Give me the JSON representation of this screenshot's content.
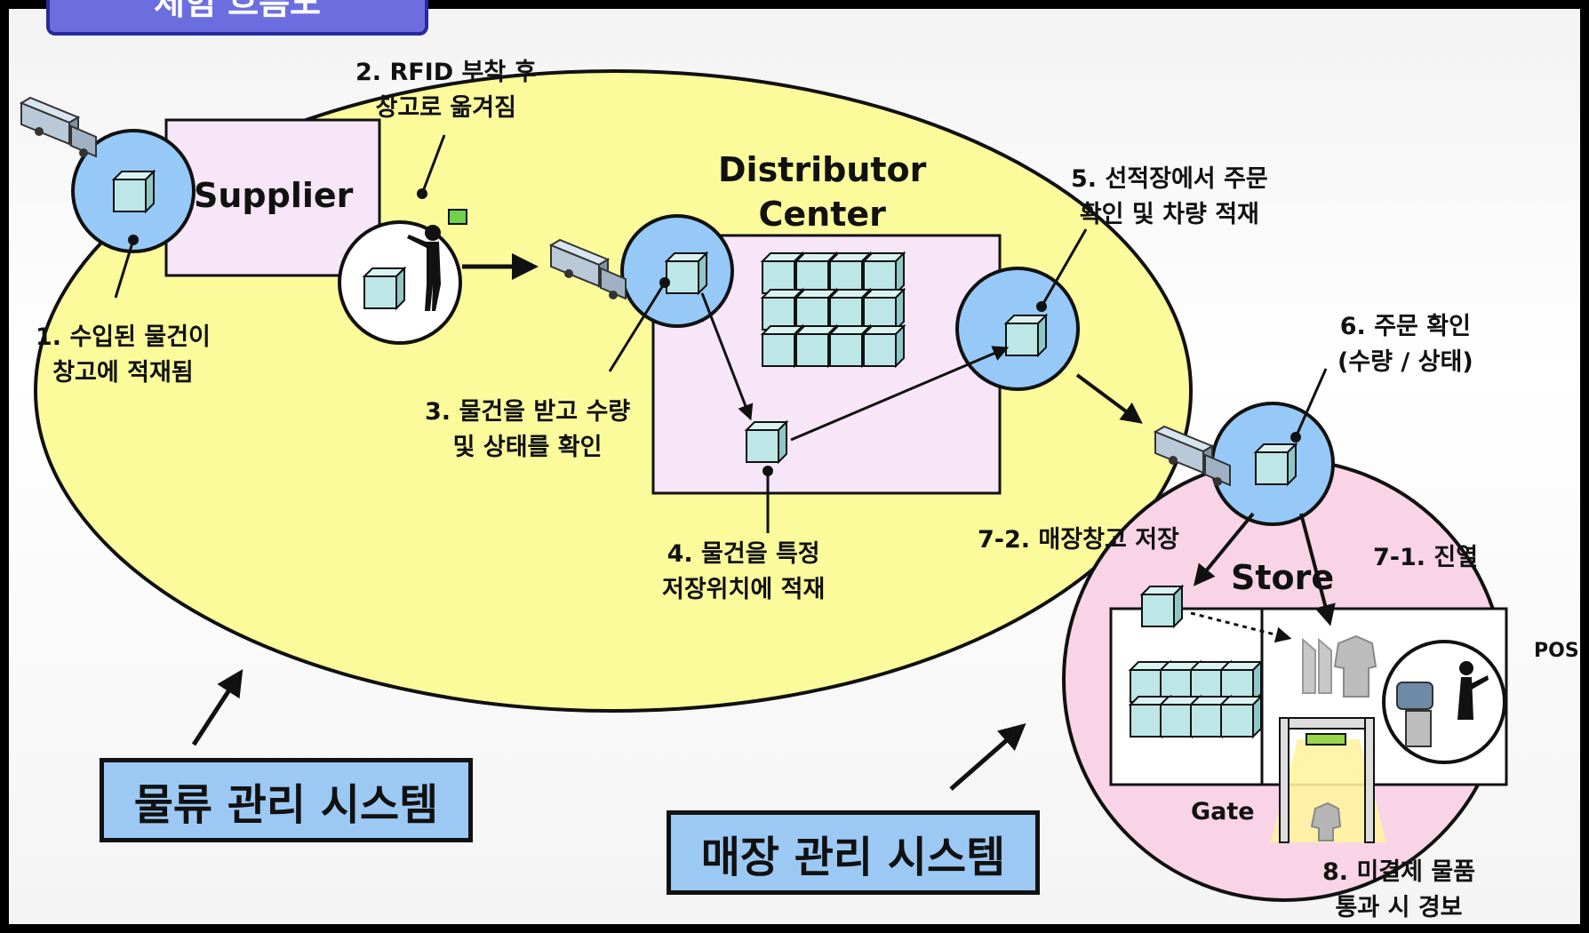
{
  "header_tag": "체험 흐름도",
  "nodes": {
    "supplier": "Supplier",
    "distributor_line1": "Distributor",
    "distributor_line2": "Center",
    "store": "Store",
    "gate": "Gate",
    "pos": "POS"
  },
  "steps": {
    "s1": [
      "1. 수입된 물건이",
      "창고에 적재됨"
    ],
    "s2": [
      "2. RFID 부착 후",
      "창고로 옮겨짐"
    ],
    "s3": [
      "3. 물건을 받고 수량",
      "및 상태를 확인"
    ],
    "s4": [
      "4. 물건을 특정",
      "저장위치에 적재"
    ],
    "s5": [
      "5. 선적장에서 주문",
      "확인 및 차량 적재"
    ],
    "s6": [
      "6. 주문 확인",
      "(수량 / 상태)"
    ],
    "s7_1": "7-1. 진열",
    "s7_2": "7-2. 매장창고 저장",
    "s8": [
      "8. 미결제 물품",
      "통과 시 경보"
    ]
  },
  "systems": {
    "logistics": "물류 관리 시스템",
    "store": "매장 관리 시스템"
  },
  "colors": {
    "logistics_zone": "#fbfb9c",
    "store_zone": "#f8d4e6",
    "station": "#96c9f7",
    "panel": "#f7e6f7",
    "crate": "#bde6e6",
    "system_box": "#9cc9f4",
    "tag": "#6c6ee0"
  }
}
